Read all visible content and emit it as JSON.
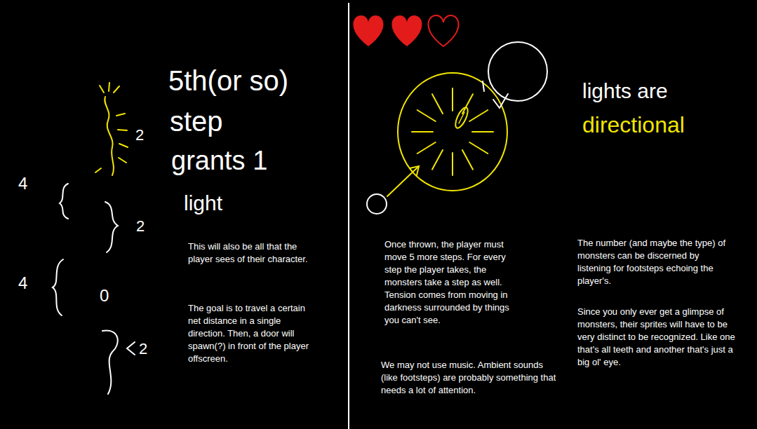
{
  "diagram": {
    "labels": [
      "5th(or so)",
      "step",
      "grants 1",
      "light",
      "2",
      "4",
      "2",
      "4",
      "0",
      "2",
      "This will also be all that the player sees of their character.",
      "The goal is to travel a certain net distance in a single direction. Then, a door will spawn(?) in front of the player offscreen.",
      "lights are",
      "directional",
      "Once thrown, the player must move 5 more steps. For every step the player takes, the monsters take a step as well. Tension comes from moving in darkness surrounded by things you can't see.",
      "We may not use music. Ambient sounds (like footsteps) are probably something that needs a lot of attention.",
      "The number (and maybe the type) of monsters can be discerned by listening for footsteps echoing the player's.",
      "Since you only ever get a glimpse of monsters, their sprites will have to be very distinct to be recognized. Like one that's all teeth and another that's just a big ol' eye."
    ]
  }
}
